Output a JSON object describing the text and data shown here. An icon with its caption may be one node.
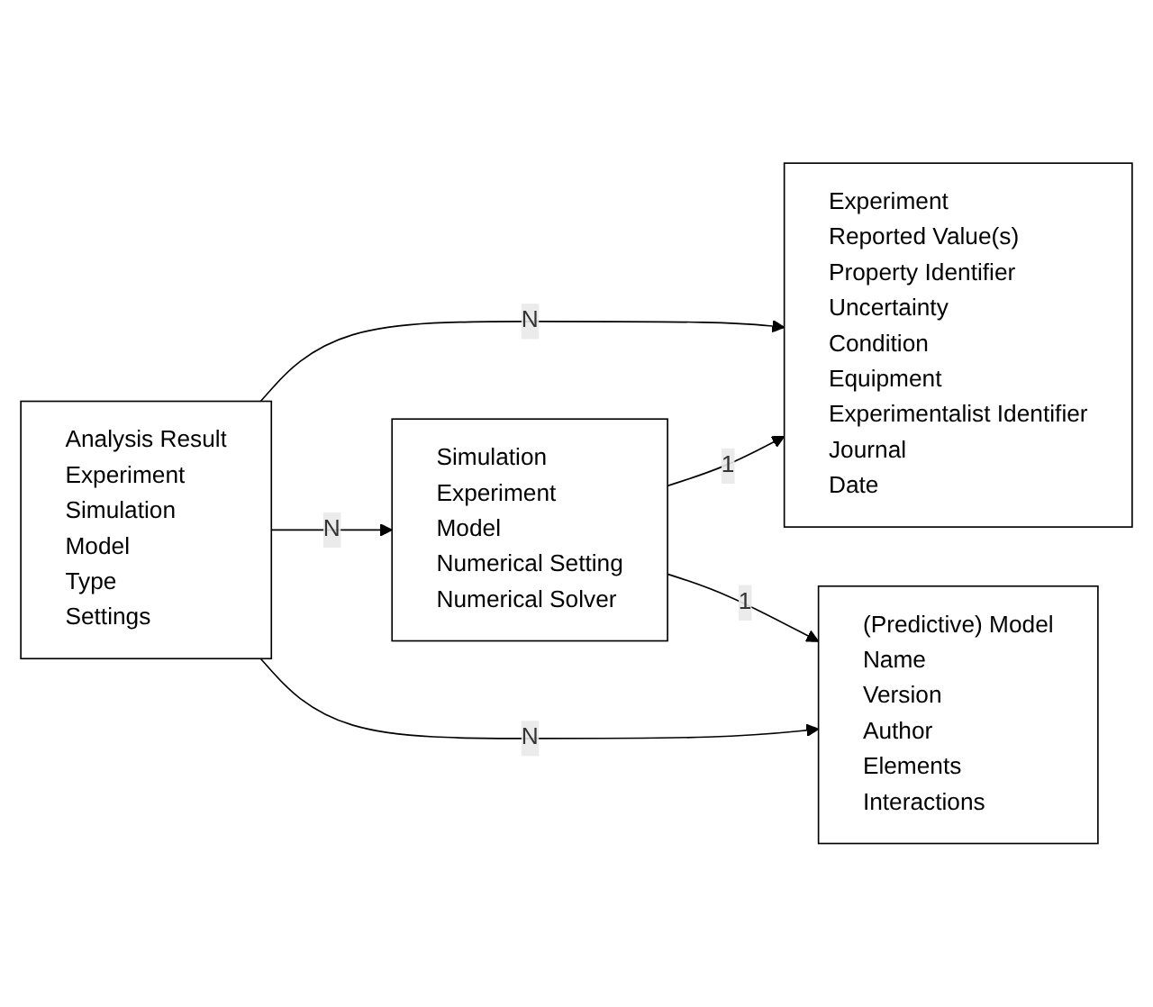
{
  "diagram": {
    "nodes": [
      {
        "text": [
          "Experiment",
          "Reported Value(s)",
          "Property Identifier",
          "Uncertainty",
          "Condition",
          "Equipment",
          "Experimentalist Identifier",
          "Journal",
          "Date"
        ]
      },
      {
        "text": [
          "Simulation",
          "Experiment",
          "Model",
          "Numerical Setting",
          "Numerical Solver"
        ]
      },
      {
        "text": [
          "Analysis Result",
          "Experiment",
          "Simulation",
          "Model",
          "Type",
          "Settings"
        ]
      },
      {
        "text": [
          "(Predictive) Model",
          "Name",
          "Version",
          "Author",
          "Elements",
          "Interactions"
        ]
      }
    ],
    "edges": [
      {
        "from": 1,
        "to": 0,
        "arrow": "to",
        "label": "1"
      },
      {
        "from": 1,
        "to": 3,
        "arrow": "to",
        "label": "1"
      },
      {
        "from": 2,
        "to": 0,
        "arrow": "to",
        "label": "N"
      },
      {
        "from": 2,
        "to": 1,
        "arrow": "to",
        "label": "N"
      },
      {
        "from": 2,
        "to": 3,
        "arrow": "to",
        "label": "N"
      }
    ]
  }
}
